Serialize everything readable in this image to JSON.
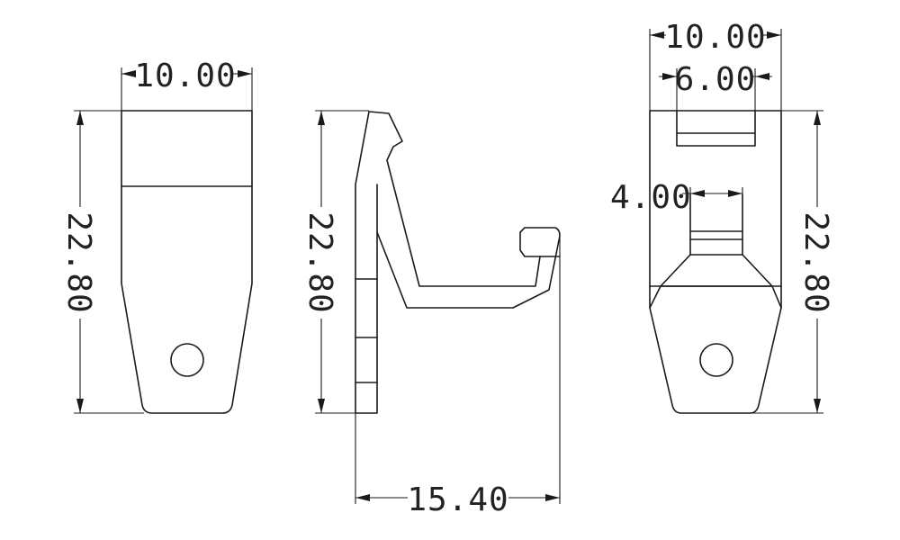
{
  "colors": {
    "background": "#ffffff",
    "line": "#1a1a1a",
    "text": "#222222"
  },
  "front_view": {
    "width_label": "10.00",
    "height_label": "22.80"
  },
  "side_view": {
    "height_label": "22.80",
    "depth_label": "15.40"
  },
  "back_view": {
    "width_label": "10.00",
    "slot_width_label": "6.00",
    "post_width_label": "4.00",
    "height_label": "22.80"
  }
}
